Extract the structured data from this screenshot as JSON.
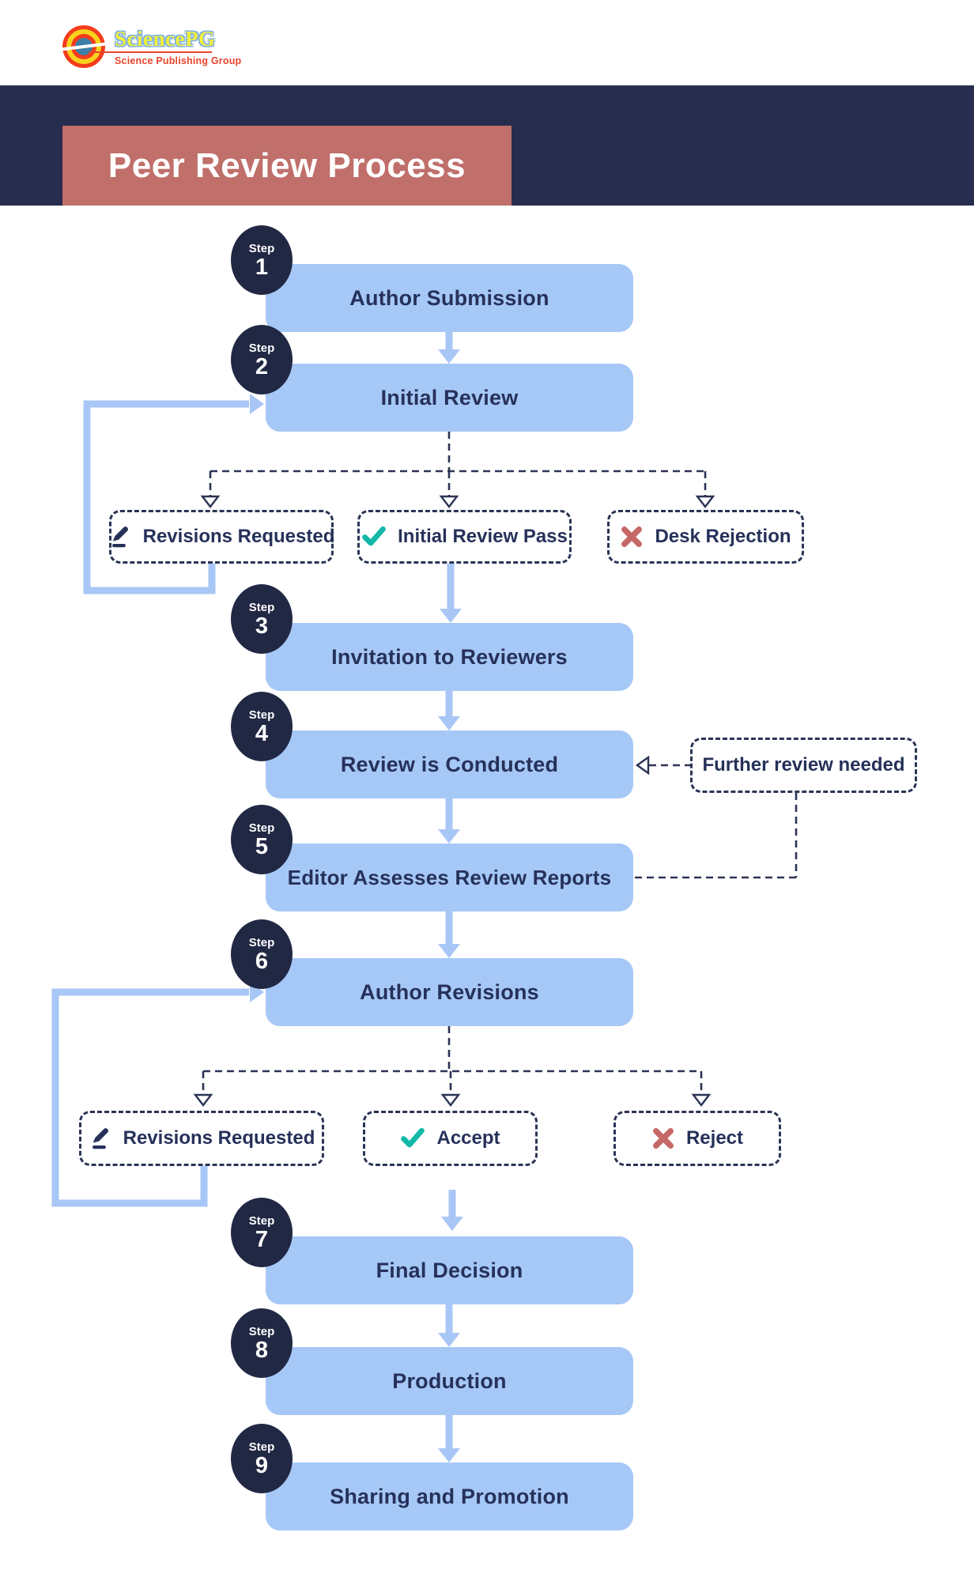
{
  "logo": {
    "name": "SciencePG",
    "tagline": "Science Publishing Group"
  },
  "title": "Peer Review Process",
  "steps": [
    {
      "step_label": "Step",
      "number": "1",
      "label": "Author Submission"
    },
    {
      "step_label": "Step",
      "number": "2",
      "label": "Initial Review"
    },
    {
      "step_label": "Step",
      "number": "3",
      "label": "Invitation to Reviewers"
    },
    {
      "step_label": "Step",
      "number": "4",
      "label": "Review is Conducted"
    },
    {
      "step_label": "Step",
      "number": "5",
      "label": "Editor Assesses Review Reports"
    },
    {
      "step_label": "Step",
      "number": "6",
      "label": "Author Revisions"
    },
    {
      "step_label": "Step",
      "number": "7",
      "label": "Final Decision"
    },
    {
      "step_label": "Step",
      "number": "8",
      "label": "Production"
    },
    {
      "step_label": "Step",
      "number": "9",
      "label": "Sharing and Promotion"
    }
  ],
  "branch1": {
    "options": [
      {
        "icon": "pencil-icon",
        "label": "Revisions Requested"
      },
      {
        "icon": "check-icon",
        "label": "Initial Review Pass"
      },
      {
        "icon": "x-icon",
        "label": "Desk Rejection"
      }
    ]
  },
  "branch2": {
    "options": [
      {
        "icon": "pencil-icon",
        "label": "Revisions Requested"
      },
      {
        "icon": "check-icon",
        "label": "Accept"
      },
      {
        "icon": "x-icon",
        "label": "Reject"
      }
    ]
  },
  "side_note": {
    "label": "Further review needed"
  },
  "colors": {
    "navy_band": "#272d4f",
    "badge_navy": "#212844",
    "box_blue": "#a6c8f7",
    "arrow_blue": "#a8c7f6",
    "dash_navy": "#2b3454",
    "text_navy": "#26315a",
    "banner_salmon": "#c06f6b",
    "check_teal": "#14b8a8",
    "x_red": "#c76868",
    "logo_red": "#f43c1c",
    "logo_yellow": "#f8d21e",
    "logo_blue_center": "#3d7fa8",
    "logo_tagline_red": "#e8432a"
  }
}
